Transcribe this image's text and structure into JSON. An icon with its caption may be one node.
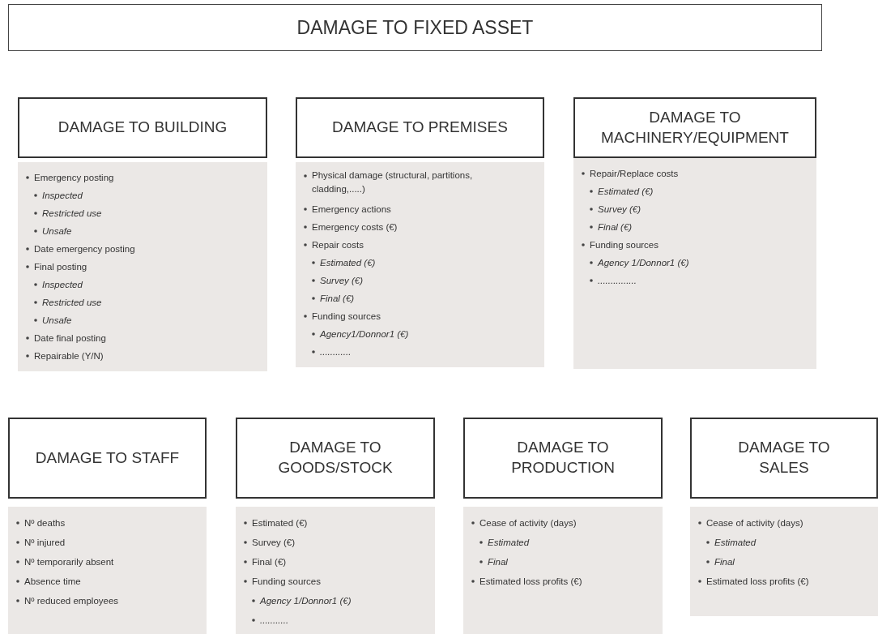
{
  "diagram": {
    "title": "DAMAGE TO FIXED ASSET",
    "nodes": [
      {
        "text": [
          "DAMAGE TO BUILDING"
        ]
      },
      {
        "text": [
          "Emergency posting",
          "Inspected",
          "Restricted use",
          "Unsafe",
          "Date emergency posting",
          "Final posting",
          "Inspected",
          "Restricted use",
          "Unsafe",
          "Date final posting",
          "Repairable (Y/N)"
        ]
      },
      {
        "text": [
          "DAMAGE TO PREMISES"
        ]
      },
      {
        "text": [
          "Physical damage (structural, partitions, cladding,.....)",
          "Emergency actions",
          "Emergency costs (€)",
          "Repair costs",
          "Estimated (€)",
          "Survey (€)",
          "Final (€)",
          "Funding sources",
          "Agency1/Donnor1 (€)",
          "............"
        ]
      },
      {
        "text": [
          "DAMAGE TO MACHINERY/EQUIPMENT"
        ]
      },
      {
        "text": [
          "Repair/Replace costs",
          "Estimated (€)",
          "Survey (€)",
          "Final (€)",
          "Funding sources",
          "Agency 1/Donnor1 (€)",
          "..............."
        ]
      },
      {
        "text": [
          "DAMAGE TO STAFF"
        ]
      },
      {
        "text": [
          "Nº deaths",
          "Nº injured",
          "Nº temporarily absent",
          "Absence time",
          "Nº reduced employees"
        ]
      },
      {
        "text": [
          "DAMAGE TO GOODS/STOCK"
        ]
      },
      {
        "text": [
          "Estimated (€)",
          "Survey (€)",
          "Final (€)",
          "Funding sources",
          "Agency 1/Donnor1 (€)",
          "..........."
        ]
      },
      {
        "text": [
          "DAMAGE TO PRODUCTION"
        ]
      },
      {
        "text": [
          "Cease of activity (days)",
          "Estimated",
          "Final",
          "Estimated loss profits (€)"
        ]
      },
      {
        "text": [
          "DAMAGE TO SALES"
        ]
      },
      {
        "text": [
          "Cease of activity (days)",
          "Estimated",
          "Final",
          "Estimated loss profits (€)"
        ]
      }
    ]
  }
}
